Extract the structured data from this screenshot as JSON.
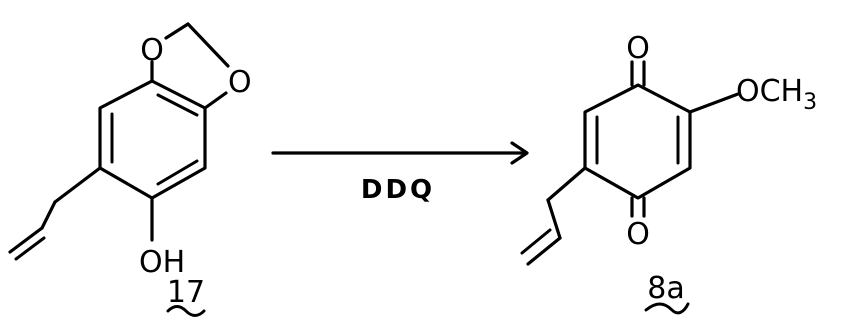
{
  "compound_17": {
    "number": "17",
    "atoms": {
      "o_top": "O",
      "o_right": "O",
      "oh": "OH"
    }
  },
  "reaction": {
    "reagent": "DDQ"
  },
  "compound_8a": {
    "number": "8a",
    "atoms": {
      "o_top": "O",
      "o_bottom": "O",
      "methoxy": "OCH",
      "methoxy_sub": "3"
    }
  }
}
